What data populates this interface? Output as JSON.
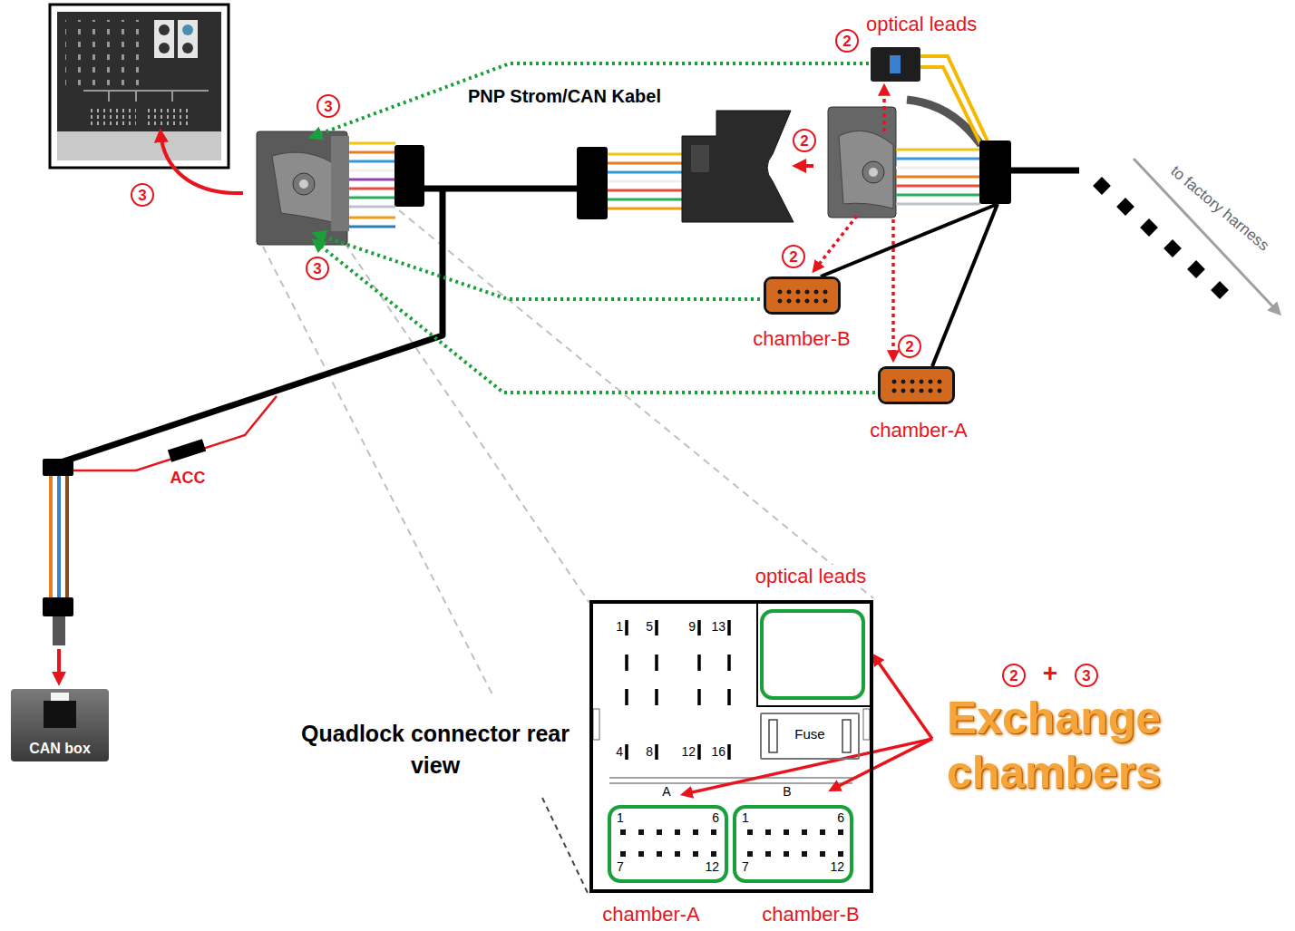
{
  "diagram": {
    "nodes": [
      {
        "text": [
          "2"
        ]
      },
      {
        "text": [
          "optical leads"
        ]
      },
      {
        "text": [
          "3"
        ]
      },
      {
        "text": [
          "2"
        ]
      },
      {
        "text": [
          "3"
        ]
      },
      {
        "text": [
          "2"
        ]
      },
      {
        "text": [
          "3"
        ]
      },
      {
        "text": [
          "chamber-B"
        ]
      },
      {
        "text": [
          "2"
        ]
      },
      {
        "text": [
          "chamber-A"
        ]
      },
      {
        "text": [
          "CAN box"
        ]
      },
      {
        "text": [
          "Quadlock connector rear view"
        ]
      },
      {
        "text": [
          "optical leads"
        ],
        "in": 11
      },
      {
        "text": [
          "Fuse"
        ],
        "in": 11
      },
      {
        "text": [
          "1",
          "6",
          "7",
          "12",
          "chamber-A"
        ],
        "in": 11
      },
      {
        "text": [
          "1",
          "6",
          "7",
          "12",
          "chamber-B"
        ],
        "in": 11
      },
      {
        "text": [
          "2"
        ]
      },
      {
        "text": [
          "3"
        ]
      }
    ],
    "labels": [
      "PNP Strom/CAN Kabel",
      "to factory harness",
      "ACC",
      "1",
      "5",
      "9",
      "13",
      "4",
      "8",
      "12",
      "16",
      "A",
      "B",
      "+",
      "Exchange chambers"
    ]
  }
}
